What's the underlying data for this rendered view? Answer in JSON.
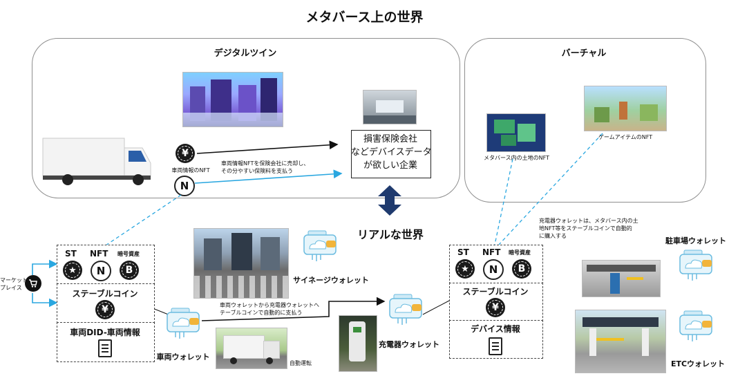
{
  "title": "メタバース上の世界",
  "digital_twin": {
    "title": "デジタルツイン",
    "company_box": "損害保険会社\nなどデバイスデータ\nが欲しい企業",
    "arrow_note": "車両情報NFTを保険会社に売却し、\nその分やすい保険料を支払う",
    "nft_label": "車両情報のNFT"
  },
  "virtual": {
    "title": "バーチャル",
    "land_nft": "メタバース内の土地のNFT",
    "game_nft": "ゲームアイテムのNFT"
  },
  "real_world": {
    "title": "リアルな世界"
  },
  "vehicle_wallet_box": {
    "st": "ST",
    "nft": "NFT",
    "crypto": "暗号資産",
    "stablecoin": "ステーブルコイン",
    "did": "車両DID-車両情報"
  },
  "charger_wallet_box": {
    "st": "ST",
    "nft": "NFT",
    "crypto": "暗号資産",
    "stablecoin": "ステーブルコイン",
    "device": "デバイス情報"
  },
  "labels": {
    "market": "マーケット\nプレイス",
    "vehicle_wallet": "車両ウォレット",
    "signage_wallet": "サイネージウォレット",
    "charger_wallet": "充電器ウォレット",
    "parking_wallet": "駐車場ウォレット",
    "etc_wallet": "ETCウォレット",
    "autonomous": "自動運転",
    "payment_note": "車両ウォレットから充電器ウォレットへ\nテーブルコインで自動的に支払う",
    "charger_note": "充電器ウォレットは、メタバース内の土\n地NFT等をステーブルコインで自動的\nに購入する"
  },
  "glyphs": {
    "yen": "¥",
    "star": "★",
    "btc": "B",
    "nft_mark": "N"
  }
}
